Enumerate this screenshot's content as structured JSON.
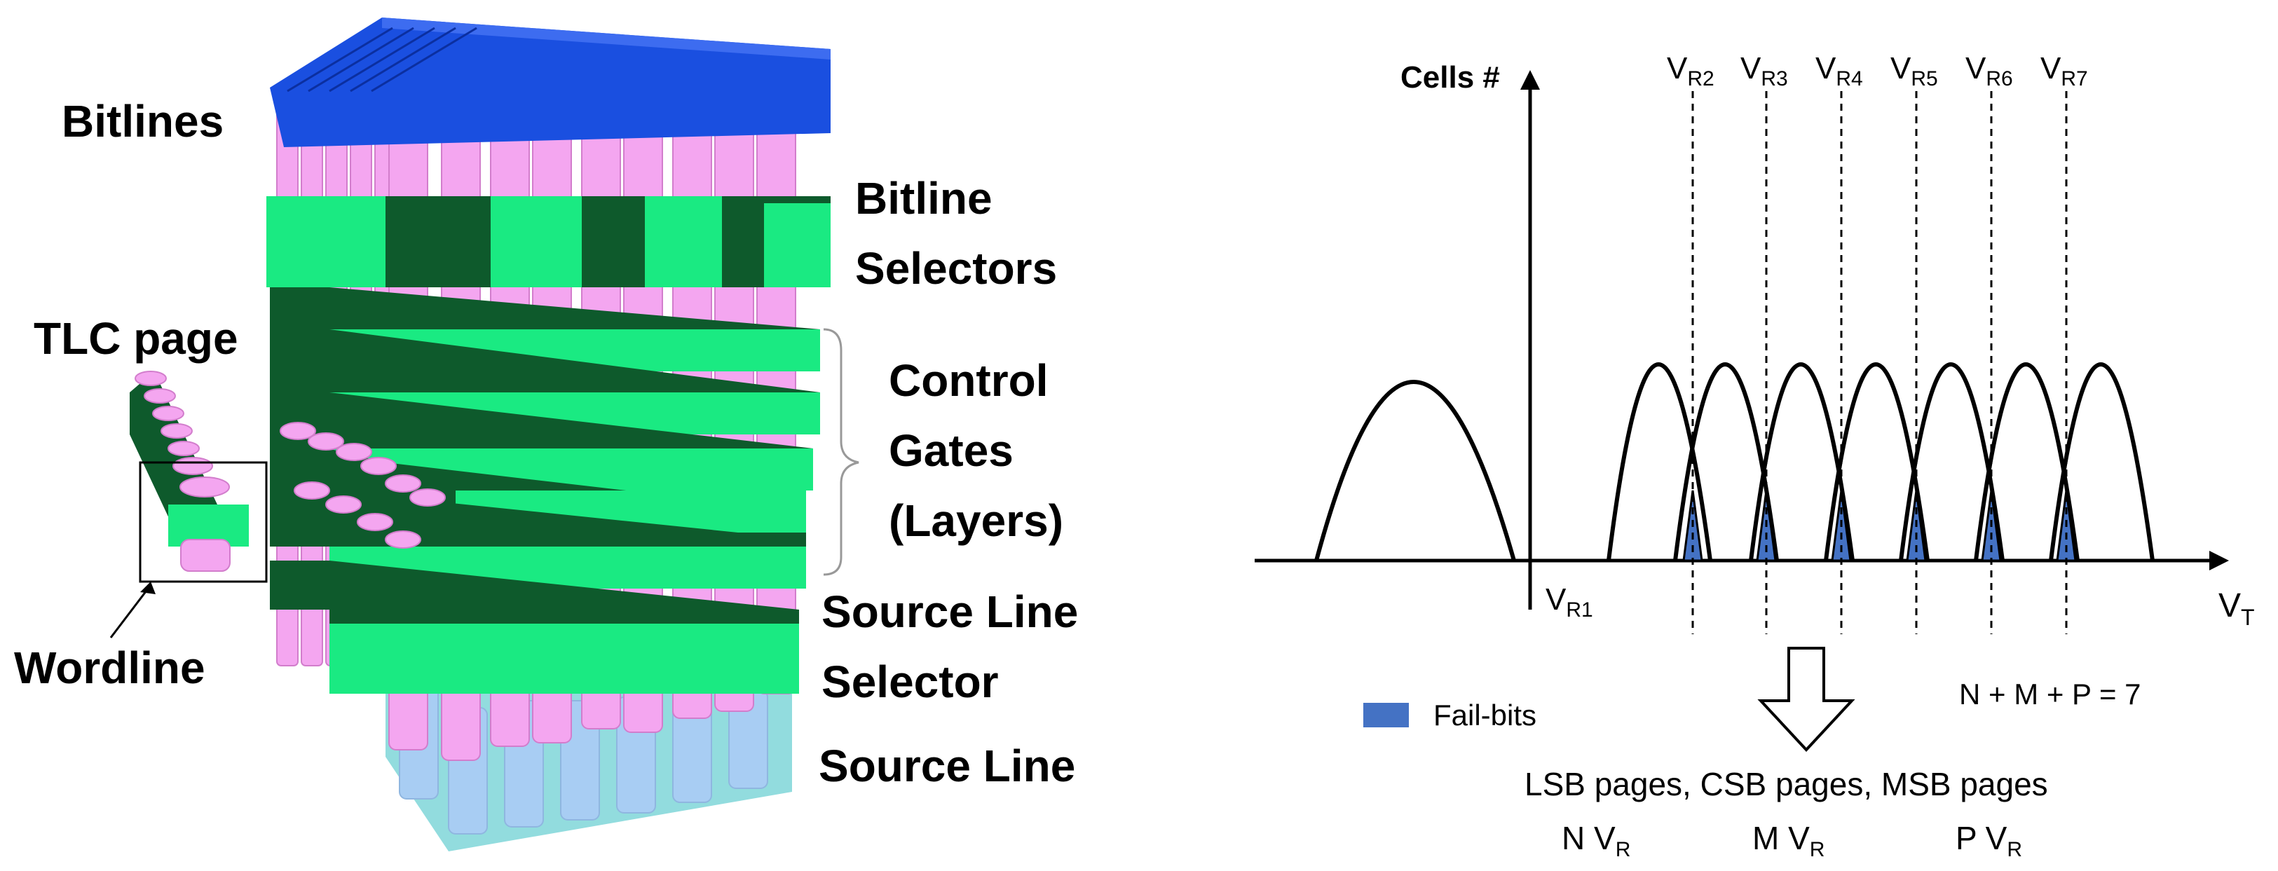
{
  "left_panel": {
    "labels": {
      "bitlines": "Bitlines",
      "bitline_selectors_1": "Bitline",
      "bitline_selectors_2": "Selectors",
      "tlc_page": "TLC page",
      "control_gates_1": "Control",
      "control_gates_2": "Gates",
      "control_gates_3": "(Layers)",
      "source_line_1": "Source Line",
      "source_line_2": "Selector",
      "source_line": "Source Line",
      "wordline": "Wordline"
    },
    "colors": {
      "bitline": "#1a4fe0",
      "pillar": "#f4a6f0",
      "gate_front": "#1aea82",
      "gate_top": "#0e5a2c",
      "source_block": "#7fd6d8",
      "source_pillar": "#a8cdf3"
    }
  },
  "right_panel": {
    "y_axis_label": "Cells #",
    "x_axis_label": {
      "main": "V",
      "sub": "T"
    },
    "vr1": {
      "main": "V",
      "sub": "R1"
    },
    "read_voltages": [
      {
        "main": "V",
        "sub": "R2"
      },
      {
        "main": "V",
        "sub": "R3"
      },
      {
        "main": "V",
        "sub": "R4"
      },
      {
        "main": "V",
        "sub": "R5"
      },
      {
        "main": "V",
        "sub": "R6"
      },
      {
        "main": "V",
        "sub": "R7"
      }
    ],
    "legend": {
      "label": "Fail-bits",
      "color": "#4472c4"
    },
    "equation": "N + M + P = 7",
    "pages_line": "LSB pages, CSB pages, MSB pages",
    "vr_counts": [
      {
        "main": "N V",
        "sub": "R"
      },
      {
        "main": "M V",
        "sub": "R"
      },
      {
        "main": "P V",
        "sub": "R"
      }
    ]
  }
}
